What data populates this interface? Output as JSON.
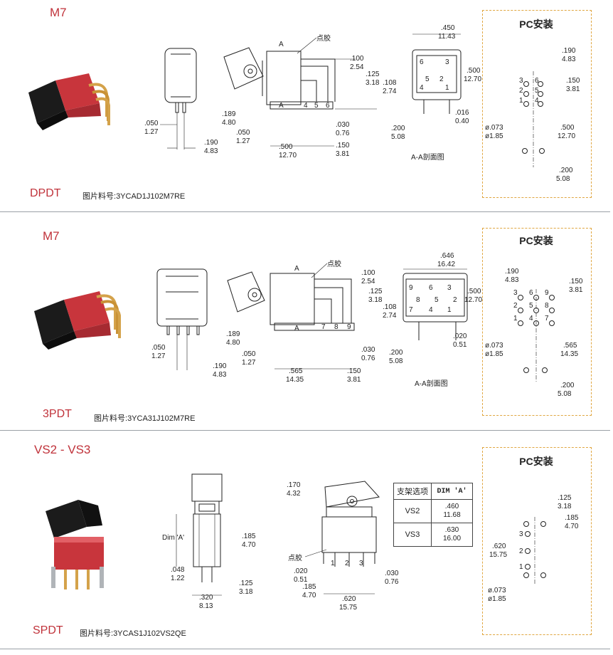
{
  "sections": [
    {
      "series": "M7",
      "type": "DPDT",
      "part_prefix": "图片料号:",
      "part_code": "3YCAD1J102M7RE",
      "pc_title": "PC安装",
      "section_label": "A-A剖面图",
      "glue_label": "点胶",
      "dims": {
        "d050": ".050",
        "d050mm": "1.27",
        "d190": ".190",
        "d190mm": "4.83",
        "d189": ".189",
        "d189mm": "4.80",
        "d500": ".500",
        "d500mm": "12.70",
        "d100": ".100",
        "d100mm": "2.54",
        "d125": ".125",
        "d125mm": "3.18",
        "d108": ".108",
        "d108mm": "2.74",
        "d030": ".030",
        "d030mm": "0.76",
        "d150": ".150",
        "d150mm": "3.81",
        "d450": ".450",
        "d450mm": "11.43",
        "dH": ".500",
        "dHmm": "12.70",
        "d016": ".016",
        "d016mm": "0.40",
        "d200": ".200",
        "d200mm": "5.08",
        "pc190": ".190",
        "pc190mm": "4.83",
        "pc150": ".150",
        "pc150mm": "3.81",
        "pc500": ".500",
        "pc500mm": "12.70",
        "pc073": "ø.073",
        "pc073mm": "ø1.85",
        "pc200": ".200",
        "pc200mm": "5.08",
        "mark_a": "A",
        "pins": [
          "4",
          "5",
          "6"
        ],
        "cells": [
          "6",
          "3",
          "5",
          "2",
          "4",
          "1"
        ],
        "pcpins": [
          "3",
          "6",
          "2",
          "5",
          "1",
          "4"
        ]
      }
    },
    {
      "series": "M7",
      "type": "3PDT",
      "part_prefix": "图片料号:",
      "part_code": "3YCA31J102M7RE",
      "pc_title": "PC安装",
      "section_label": "A-A剖面图",
      "glue_label": "点胶",
      "dims": {
        "d050": ".050",
        "d050mm": "1.27",
        "d190": ".190",
        "d190mm": "4.83",
        "d189": ".189",
        "d189mm": "4.80",
        "d565": ".565",
        "d565mm": "14.35",
        "d100": ".100",
        "d100mm": "2.54",
        "d125": ".125",
        "d125mm": "3.18",
        "d108": ".108",
        "d108mm": "2.74",
        "d030": ".030",
        "d030mm": "0.76",
        "d150": ".150",
        "d150mm": "3.81",
        "d646": ".646",
        "d646mm": "16.42",
        "dH": ".500",
        "dHmm": "12.70",
        "d020": ".020",
        "d020mm": "0.51",
        "d200": ".200",
        "d200mm": "5.08",
        "pc190": ".190",
        "pc190mm": "4.83",
        "pc150": ".150",
        "pc150mm": "3.81",
        "pc565": ".565",
        "pc565mm": "14.35",
        "pc073": "ø.073",
        "pc073mm": "ø1.85",
        "pc200": ".200",
        "pc200mm": "5.08",
        "mark_a": "A",
        "pins": [
          "7",
          "8",
          "9"
        ],
        "cells": [
          "9",
          "6",
          "3",
          "8",
          "5",
          "2",
          "7",
          "4",
          "1"
        ],
        "pcpins": [
          "3",
          "6",
          "9",
          "2",
          "5",
          "8",
          "1",
          "4",
          "7"
        ]
      }
    },
    {
      "series": "VS2 - VS3",
      "type": "SPDT",
      "part_prefix": "图片料号:",
      "part_code": "3YCAS1J102VS2QE",
      "pc_title": "PC安装",
      "glue_label": "点胶",
      "dim_a_label": "Dim 'A'",
      "dims": {
        "d185": ".185",
        "d185mm": "4.70",
        "d048": ".048",
        "d048mm": "1.22",
        "d125": ".125",
        "d125mm": "3.18",
        "d320": ".320",
        "d320mm": "8.13",
        "d170": ".170",
        "d170mm": "4.32",
        "d020": ".020",
        "d020mm": "0.51",
        "d185b": ".185",
        "d185bmm": "4.70",
        "d030": ".030",
        "d030mm": "0.76",
        "d620": ".620",
        "d620mm": "15.75",
        "pc125": ".125",
        "pc125mm": "3.18",
        "pc185": ".185",
        "pc185mm": "4.70",
        "pc620": ".620",
        "pc620mm": "15.75",
        "pc073": "ø.073",
        "pc073mm": "ø1.85",
        "pins": [
          "1",
          "2",
          "3"
        ],
        "pcpins": [
          "3",
          "2",
          "1"
        ]
      },
      "table": {
        "headers": [
          "支架选项",
          "DIM 'A'"
        ],
        "rows": [
          {
            "option": "VS2",
            "inch": ".460",
            "mm": "11.68"
          },
          {
            "option": "VS3",
            "inch": ".630",
            "mm": "16.00"
          }
        ]
      }
    }
  ],
  "colors": {
    "accent": "#c0323a",
    "pc_border": "#e0a640",
    "separator": "#9aa0a6",
    "switch_red": "#c8353c"
  }
}
